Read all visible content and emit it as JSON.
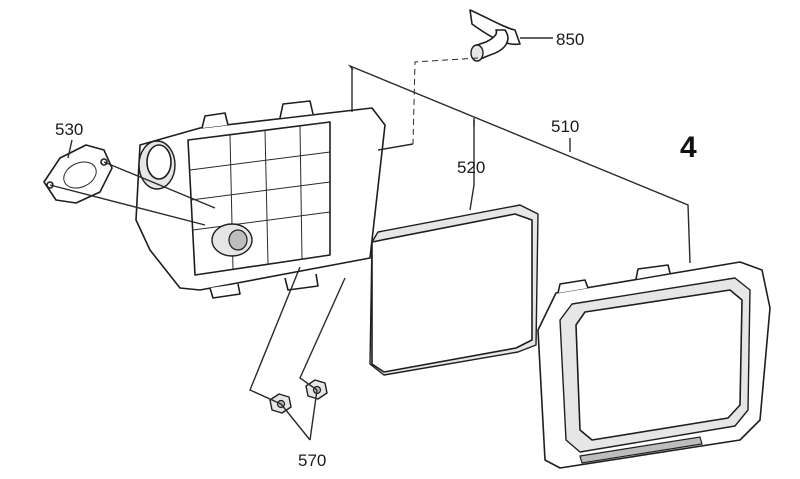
{
  "figure_number": "4",
  "callouts": {
    "hose": "850",
    "gasket": "530",
    "cover": "510",
    "filter": "520",
    "nuts": "570"
  }
}
